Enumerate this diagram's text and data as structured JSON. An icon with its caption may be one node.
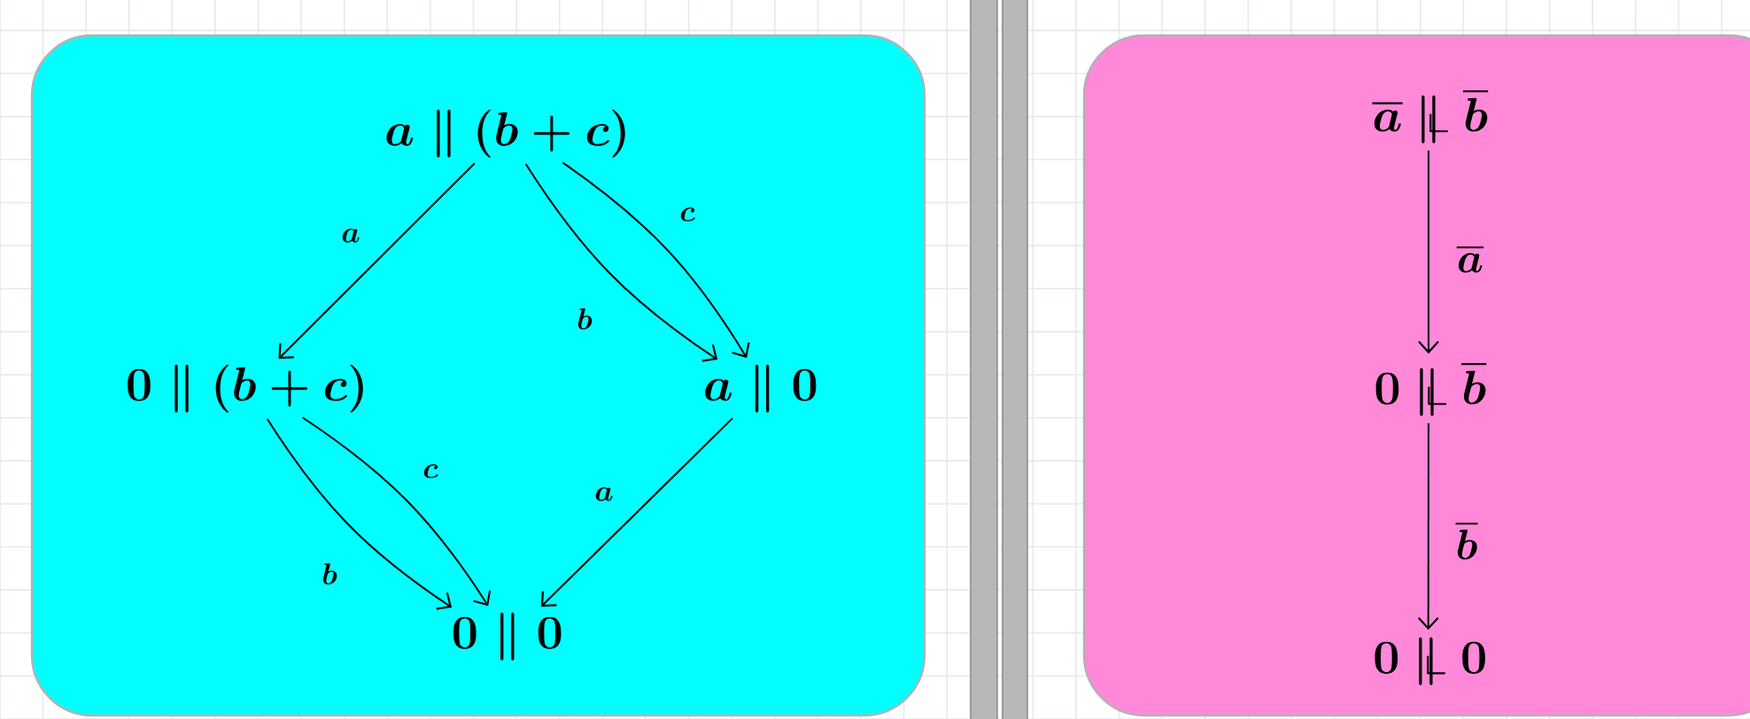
{
  "diagram": {
    "nodes": [
      {
        "text": [],
        "shape": "box"
      },
      {
        "text": [
          "a \\parallel (b+c)"
        ],
        "in": 0
      },
      {
        "text": [
          "0 \\parallel (b+c)"
        ],
        "in": 0
      },
      {
        "text": [
          "a \\parallel 0"
        ],
        "in": 0
      },
      {
        "text": [
          "0 \\parallel 0"
        ],
        "in": 0
      },
      {
        "text": [],
        "shape": "box"
      },
      {
        "text": [
          "\\overline{a} \\mathbin{\\|\\mkern-5mu\\llcorner} \\overline{b}"
        ],
        "in": 5
      },
      {
        "text": [
          "0 \\mathbin{\\|\\mkern-5mu\\llcorner} \\overline{b}"
        ],
        "in": 5
      },
      {
        "text": [
          "0 \\mathbin{\\|\\mkern-5mu\\llcorner} 0"
        ],
        "in": 5
      }
    ],
    "edges": [
      {
        "from": 1,
        "to": 2,
        "arrow": "to",
        "label": "a"
      },
      {
        "from": 1,
        "to": 3,
        "arrow": "to",
        "label": "b"
      },
      {
        "from": 1,
        "to": 3,
        "arrow": "to",
        "label": "c"
      },
      {
        "from": 2,
        "to": 4,
        "arrow": "to",
        "label": "b"
      },
      {
        "from": 2,
        "to": 4,
        "arrow": "to",
        "label": "c"
      },
      {
        "from": 3,
        "to": 4,
        "arrow": "to",
        "label": "a"
      },
      {
        "from": 6,
        "to": 7,
        "arrow": "to",
        "label": "\\overline{a}"
      },
      {
        "from": 7,
        "to": 8,
        "arrow": "to",
        "label": "\\overline{b}"
      }
    ]
  }
}
